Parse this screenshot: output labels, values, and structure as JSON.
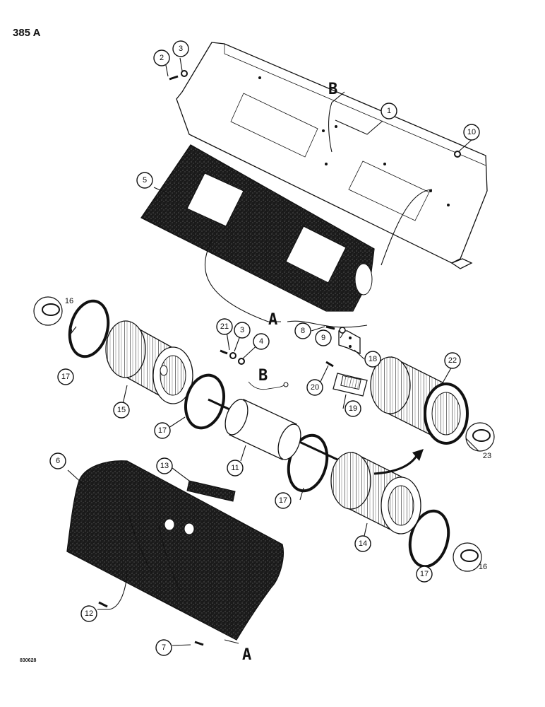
{
  "page_number": "385 A",
  "figure_code": "830628",
  "reference_letters": {
    "a": "A",
    "b": "B"
  },
  "callouts": [
    "1",
    "2",
    "3",
    "4",
    "5",
    "6",
    "7",
    "8",
    "9",
    "10",
    "11",
    "12",
    "13",
    "14",
    "15",
    "16",
    "17",
    "18",
    "19",
    "20",
    "21",
    "22",
    "23"
  ]
}
